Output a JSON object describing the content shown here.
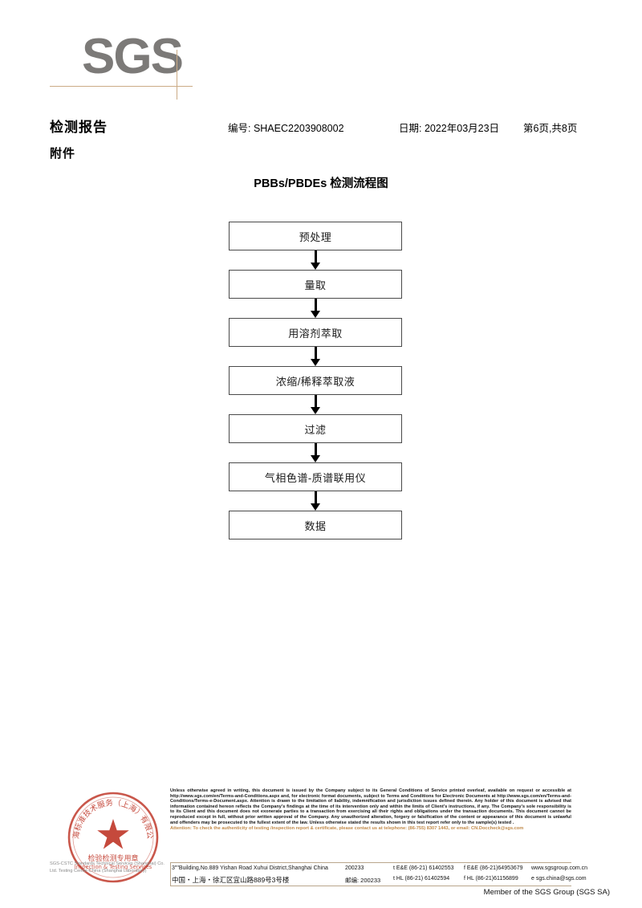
{
  "logo": {
    "wordmark": "SGS"
  },
  "header": {
    "report_title": "检测报告",
    "report_no": "编号: SHAEC2203908002",
    "report_date": "日期: 2022年03月23日",
    "page_info": "第6页,共8页",
    "attachment_label": "附件"
  },
  "flowchart": {
    "title": "PBBs/PBDEs 检测流程图",
    "nodes": [
      {
        "label": "预处理"
      },
      {
        "label": "量取"
      },
      {
        "label": "用溶剂萃取"
      },
      {
        "label": "浓缩/稀释萃取液"
      },
      {
        "label": "过滤"
      },
      {
        "label": "气相色谱-质谱联用仪"
      },
      {
        "label": "数据"
      }
    ]
  },
  "footer": {
    "stamp": {
      "outer_text": "上海标准技术服务（上海）有限公司",
      "line1": "检验检测专用章",
      "line2": "Inspection & Testing Services",
      "color": "#c0392b"
    },
    "company_name": "SGS-CSTC Standards Technical Services (Shanghai) Co. Ltd. Testing Center-China (Shanghai Laboratory)",
    "legal_text": "Unless otherwise agreed in writing, this document is issued by the Company subject to its General Conditions of Service printed overleaf, available on request or accessible at http://www.sgs.com/en/Terms-and-Conditions.aspx and, for electronic format documents, subject to Terms and Conditions for Electronic Documents at http://www.sgs.com/en/Terms-and-Conditions/Terms-e-Document.aspx. Attention is drawn to the limitation of liability, indemnification and jurisdiction issues defined therein. Any holder of this document is advised that information contained hereon reflects the Company's findings at the time of its intervention only and within the limits of Client's instructions, if any. The Company's sole responsibility is to its Client and this document does not exonerate parties to a transaction from exercising all their rights and obligations under the transaction documents. This document cannot be reproduced except in full, without prior written approval of the Company. Any unauthorized alteration, forgery or falsification of the content or appearance of this document is unlawful and offenders may be prosecuted to the fullest extent of the law. Unless otherwise stated the results shown in this test report refer only to the sample(s) tested .",
    "attention_text": "Attention: To check the authenticity of testing /inspection report & certificate, please contact us at telephone: (86-755) 8307 1443, or email: CN.Doccheck@sgs.com",
    "address_en": "3\"\"Building,No.889 Yishan Road Xuhui District,Shanghai China",
    "zip_en": "200233",
    "tel_en": "t E&E (86-21) 61402553",
    "fax_en": "f E&E (86-21)64953679",
    "web": "www.sgsgroup.com.cn",
    "address_cn": "中国・上海・徐汇区宜山路889号3号楼",
    "zip_cn": "邮编: 200233",
    "tel_cn": "t HL (86-21) 61402594",
    "fax_cn": "f HL (86-21)61156899",
    "email": "e  sgs.china@sgs.com",
    "member_line": "Member of the SGS Group (SGS SA)"
  }
}
